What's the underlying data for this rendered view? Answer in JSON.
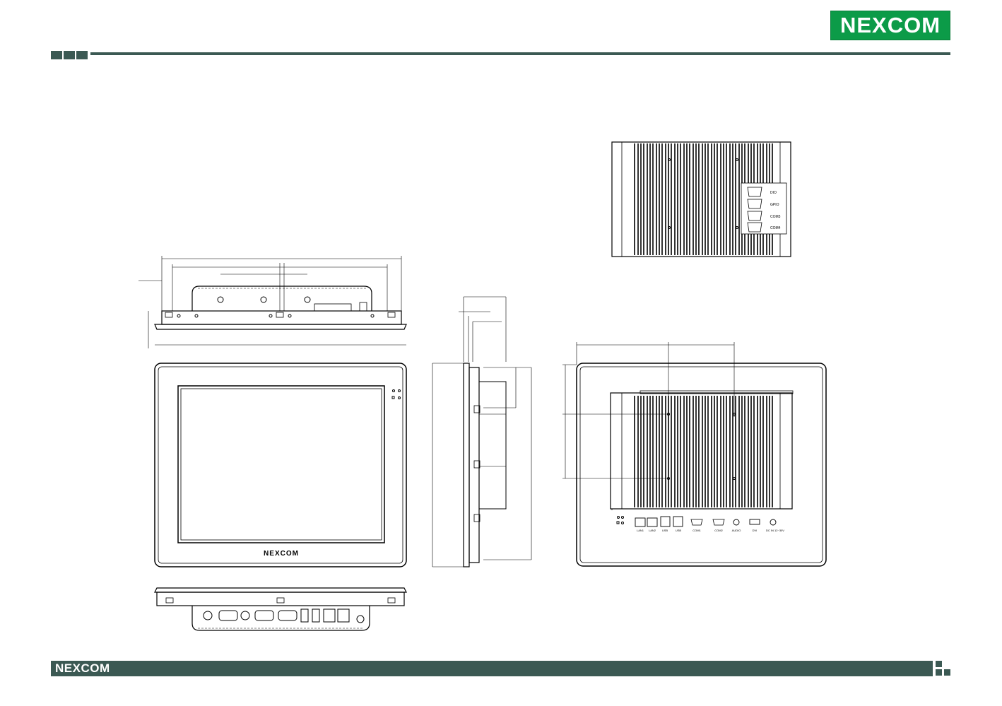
{
  "header": {
    "logo_text": "NEXCOM",
    "logo_color": "#0c9b48",
    "bar_color": "#3b5953"
  },
  "footer": {
    "logo_text": "NEXCOM"
  },
  "front_view": {
    "bezel_logo": "NEXCOM"
  },
  "connector_plate": {
    "labels": [
      "DIO",
      "GPIO",
      "COM3",
      "COM4"
    ]
  },
  "rear_view": {
    "port_labels": [
      "LAN1",
      "LAN2",
      "USB",
      "USB",
      "COM1",
      "COM2",
      "AUDIO",
      "DVI",
      "DC IN 12~30V"
    ]
  }
}
